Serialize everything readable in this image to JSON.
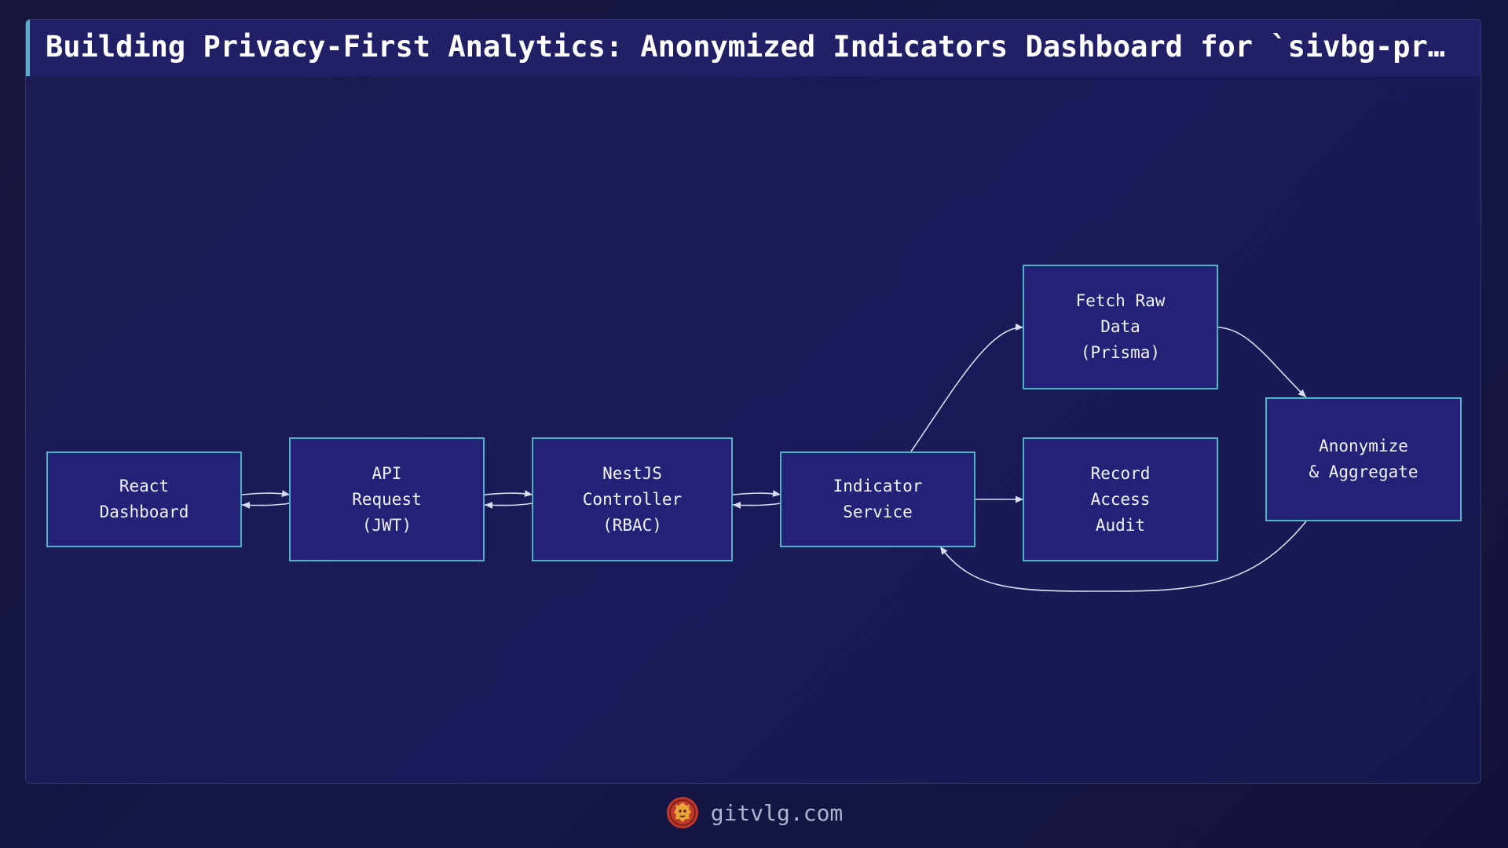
{
  "title": "Building Privacy-First Analytics: Anonymized Indicators Dashboard for `sivbg-pr…",
  "nodes": {
    "react_dashboard": "React\nDashboard",
    "api_request": "API\nRequest\n(JWT)",
    "nestjs_controller": "NestJS\nController\n(RBAC)",
    "indicator_service": "Indicator\nService",
    "fetch_raw_data": "Fetch Raw\nData\n(Prisma)",
    "record_access_audit": "Record\nAccess\nAudit",
    "anonymize_aggregate": "Anonymize\n& Aggregate"
  },
  "footer": {
    "site": "gitvlg.com",
    "logo_icon": "lion-head-icon"
  },
  "colors": {
    "node_border": "#4fb3c8",
    "node_fill": "#232276",
    "edge": "#d8dcef",
    "accent": "#4fb3c8"
  }
}
